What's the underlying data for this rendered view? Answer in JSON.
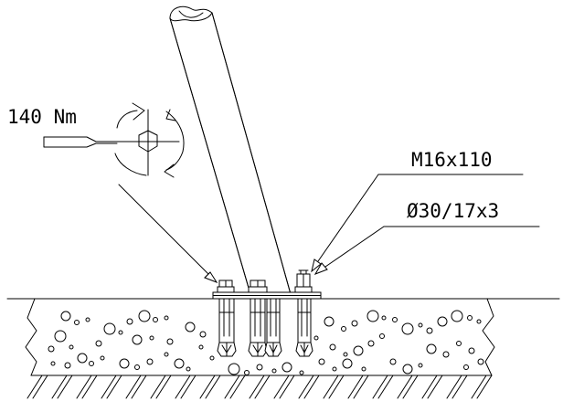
{
  "annotations": {
    "torque": "140 Nm",
    "bolt": "M16x110",
    "washer": "Ø30/17x3"
  },
  "colors": {
    "ink": "#000000",
    "paper": "#ffffff"
  }
}
